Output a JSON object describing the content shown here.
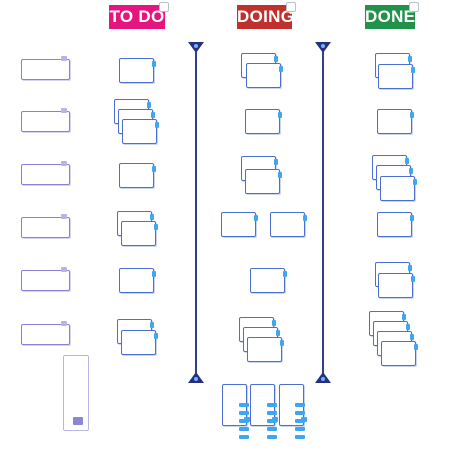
{
  "columns": [
    {
      "label": "TO DO",
      "color": "#e5157f"
    },
    {
      "label": "DOING",
      "color": "#c0312d"
    },
    {
      "label": "DONE",
      "color": "#21924a"
    }
  ],
  "icons": {
    "rail_cap": "triangle-mount-icon"
  }
}
